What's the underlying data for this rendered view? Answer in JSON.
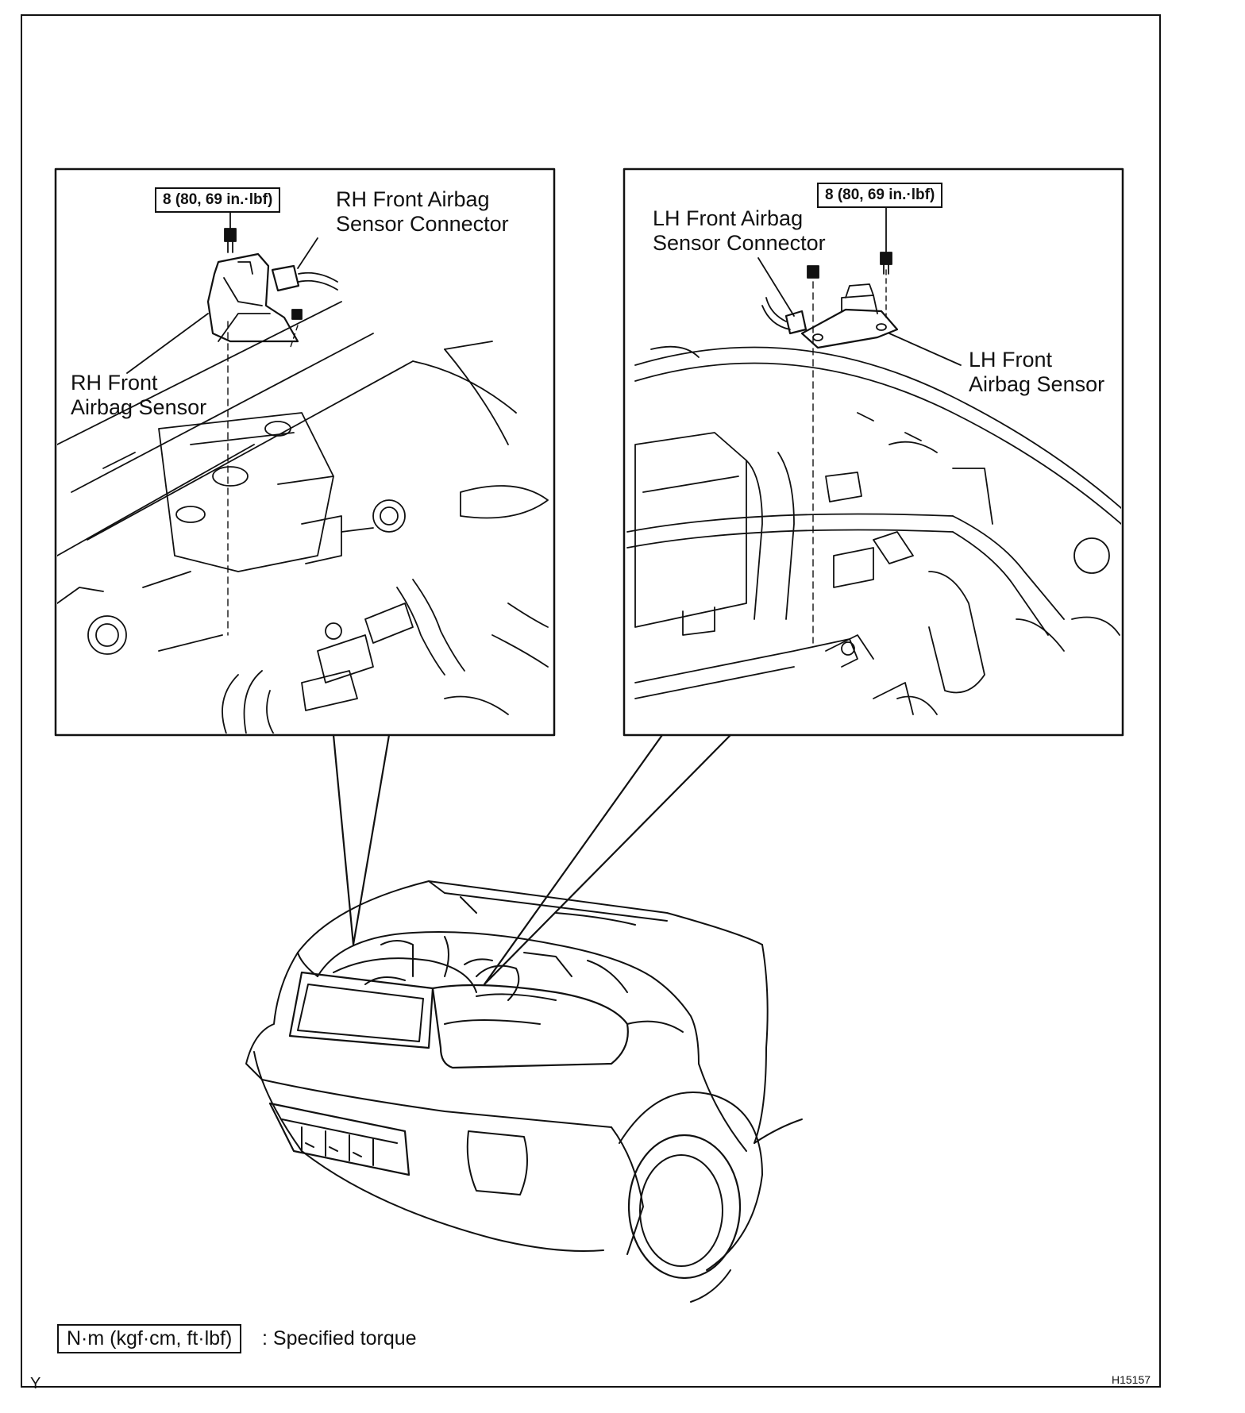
{
  "rh_panel": {
    "torque": "8 (80, 69 in.·lbf)",
    "connector_label": "RH Front Airbag\nSensor Connector",
    "sensor_label": "RH Front\nAirbag Sensor"
  },
  "lh_panel": {
    "torque": "8 (80, 69 in.·lbf)",
    "connector_label": "LH Front Airbag\nSensor Connector",
    "sensor_label": "LH Front\nAirbag Sensor"
  },
  "legend": {
    "unit": "N·m (kgf·cm, ft·lbf)",
    "text": ": Specified torque"
  },
  "corner_mark": "Y",
  "figure_id": "H15157"
}
